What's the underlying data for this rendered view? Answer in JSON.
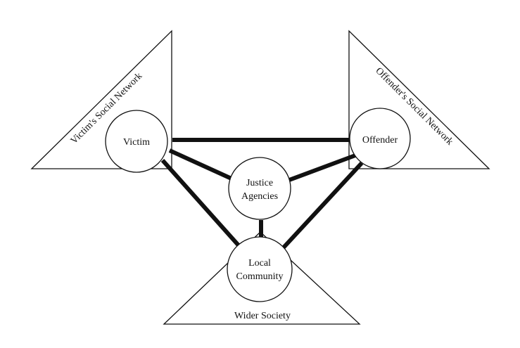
{
  "nodes": {
    "victim": "Victim",
    "offender": "Offender",
    "justice_agencies": [
      "Justice",
      "Agencies"
    ],
    "local_community": [
      "Local",
      "Community"
    ]
  },
  "networks": {
    "victim_social_network": "Victim's Social Network",
    "offender_social_network": "Offender's Social Network",
    "wider_society": "Wider Society"
  },
  "colors": {
    "stroke": "#111111",
    "background": "#ffffff"
  }
}
